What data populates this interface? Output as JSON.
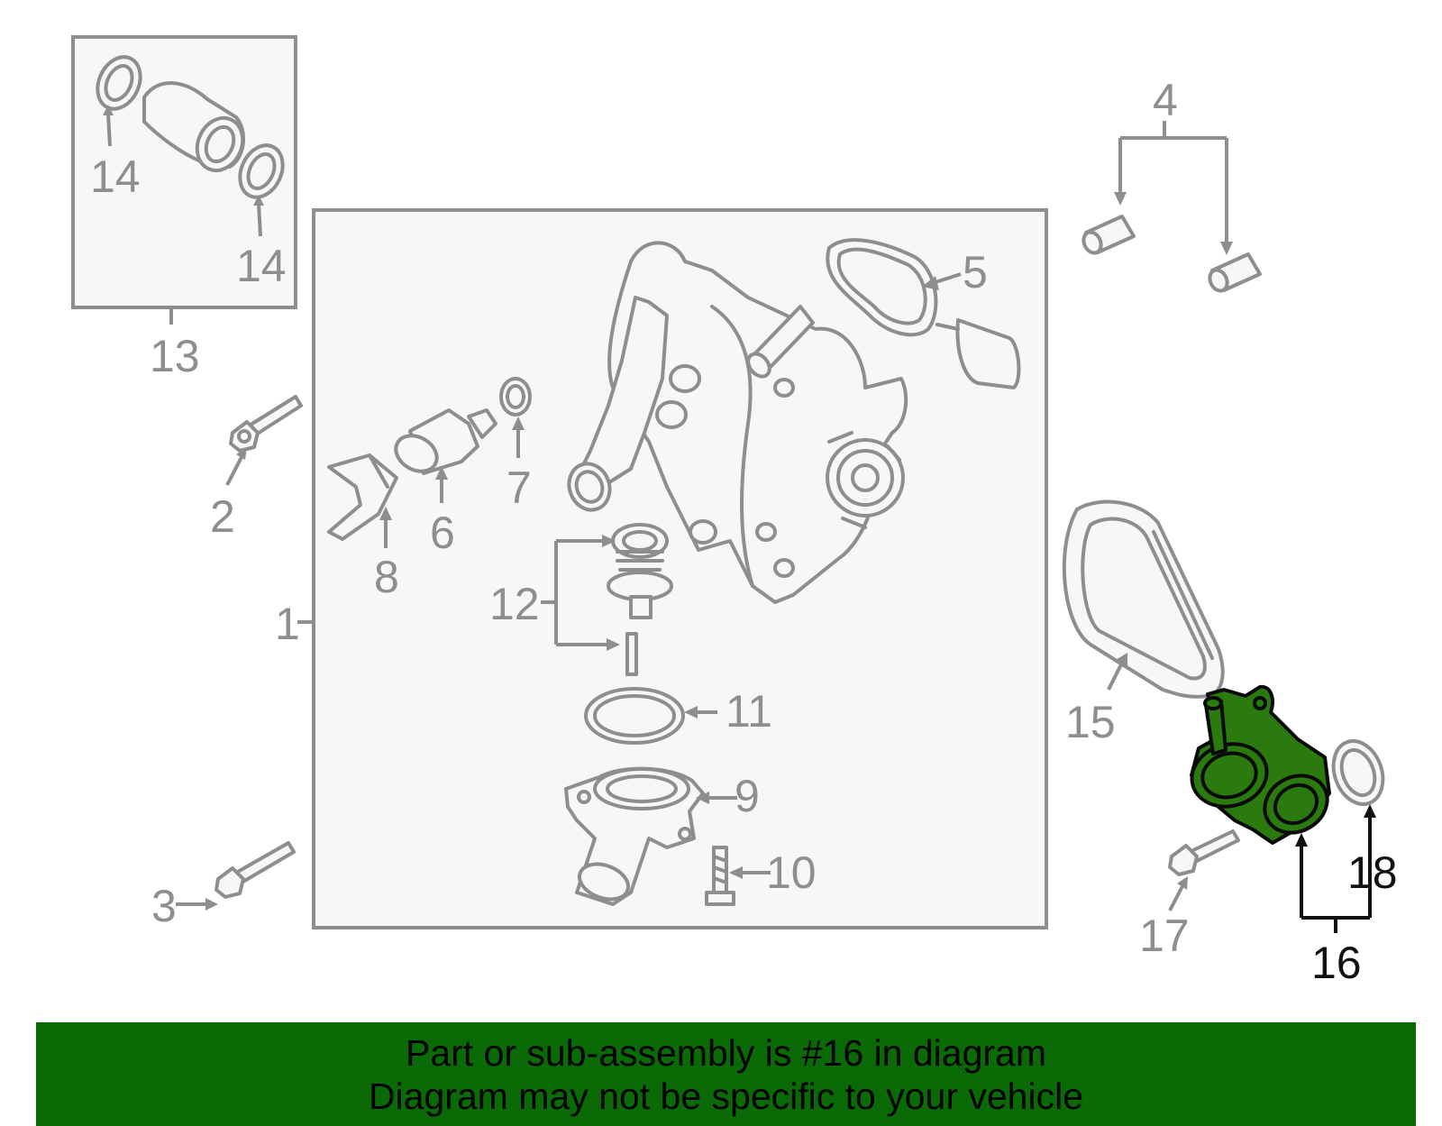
{
  "labels": {
    "p1": "1",
    "p2": "2",
    "p3": "3",
    "p4": "4",
    "p5": "5",
    "p6": "6",
    "p7": "7",
    "p8": "8",
    "p9": "9",
    "p10": "10",
    "p11": "11",
    "p12": "12",
    "p13": "13",
    "p14a": "14",
    "p14b": "14",
    "p15": "15",
    "p16": "16",
    "p17": "17",
    "p18": "18"
  },
  "highlight": {
    "part": "16",
    "color": "#2a7a0e"
  },
  "footer": {
    "line1": "Part or sub-assembly is #16 in diagram",
    "line2": "Diagram may not be specific to your vehicle",
    "background": "#0a6a06"
  },
  "colors": {
    "lines": "#8e8e8e",
    "highlight_lines": "#111111"
  }
}
